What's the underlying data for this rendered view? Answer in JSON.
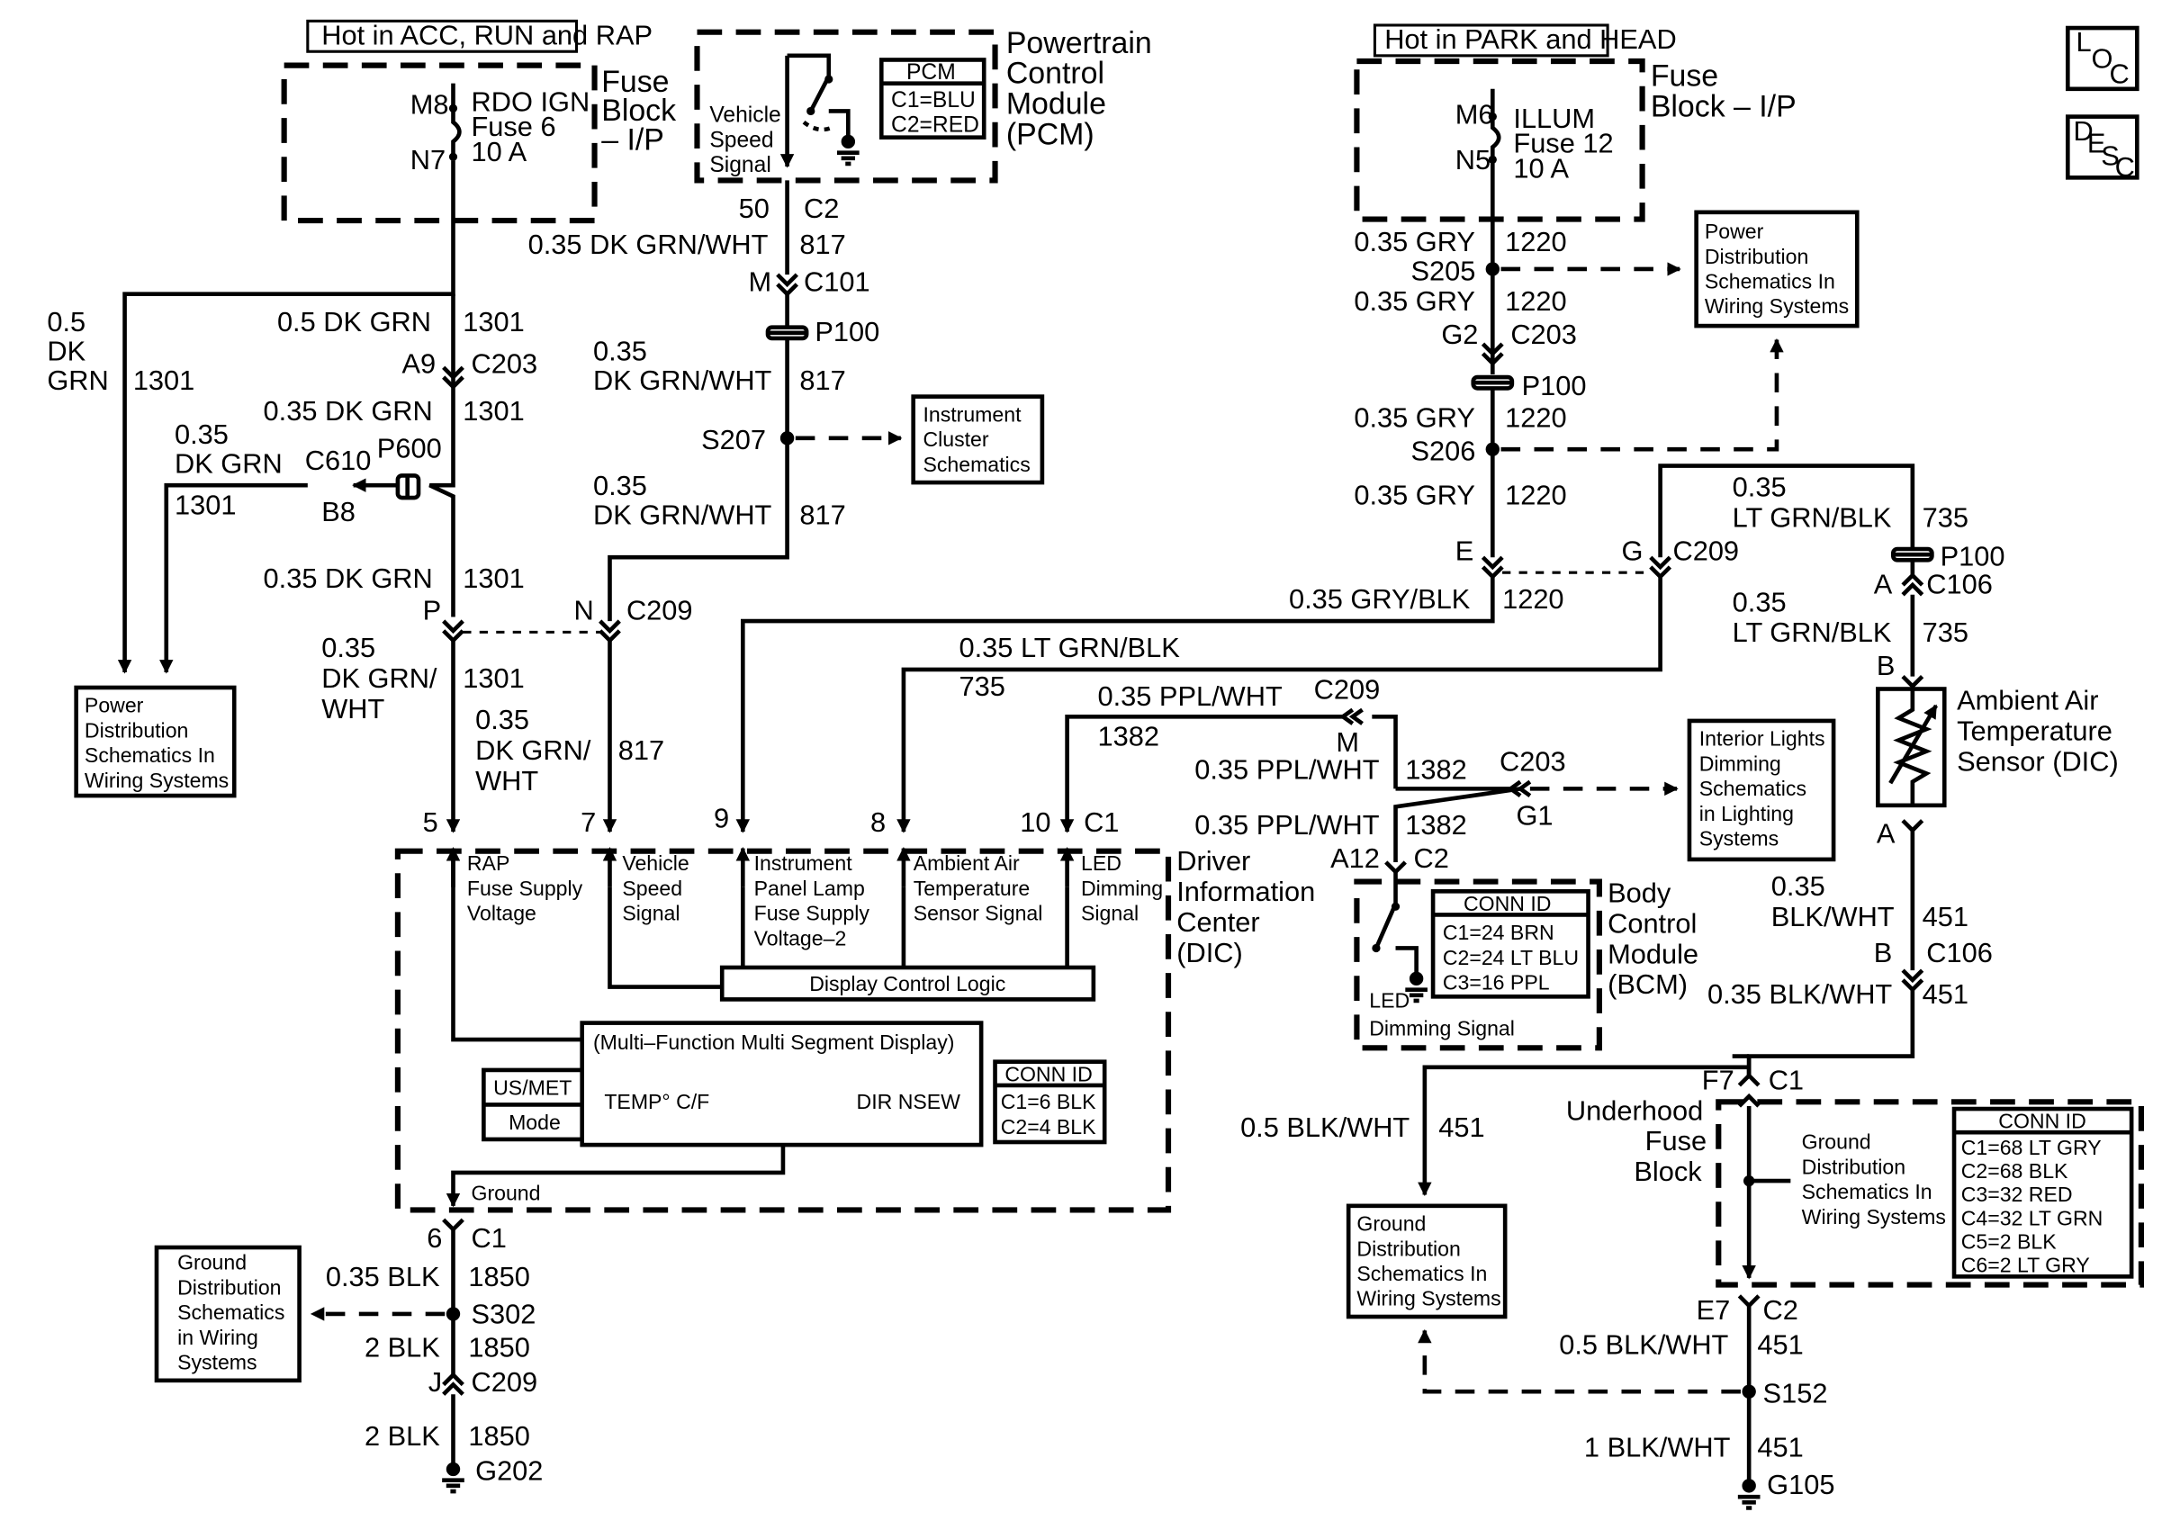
{
  "top": {
    "hot_left": "Hot in ACC, RUN and RAP",
    "hot_right": "Hot in PARK and HEAD"
  },
  "fuse_left": {
    "title_1": "Fuse",
    "title_2": "Block",
    "title_3": "– I/P",
    "pin_in": "M8",
    "pin_out": "N7",
    "name_1": "RDO IGN",
    "name_2": "Fuse 6",
    "name_3": "10 A"
  },
  "fuse_right": {
    "title_1": "Fuse",
    "title_2": "Block – I/P",
    "pin_in": "M6",
    "pin_out": "N5",
    "name_1": "ILLUM",
    "name_2": "Fuse 12",
    "name_3": "10 A"
  },
  "pcm": {
    "title_1": "Powertrain",
    "title_2": "Control",
    "title_3": "Module",
    "title_4": "(PCM)",
    "signal_1": "Vehicle",
    "signal_2": "Speed",
    "signal_3": "Signal",
    "conn_title": "PCM",
    "conn_1": "C1=BLU",
    "conn_2": "C2=RED"
  },
  "corner": {
    "loc": [
      "L",
      "O",
      "C"
    ],
    "desc": [
      "D",
      "E",
      "S",
      "C"
    ]
  },
  "left_branch": {
    "size": "0.5",
    "color_1": "DK",
    "color_2": "GRN",
    "circuit": "1301",
    "small_size": "0.35",
    "small_color": "DK GRN",
    "small_circuit": "1301",
    "c610": "C610",
    "b8": "B8",
    "p600": "P600"
  },
  "ign_feed": {
    "w1": "0.5 DK GRN",
    "c1": "1301",
    "a9": "A9",
    "c203": "C203",
    "w2": "0.35 DK GRN",
    "c2": "1301",
    "w3": "0.35 DK GRN",
    "c3": "1301",
    "p": "P",
    "w4_1": "0.35",
    "w4_2": "DK GRN/",
    "w4_3": "WHT",
    "c4": "1301"
  },
  "vss": {
    "pin": "50",
    "conn": "C2",
    "w1": "0.35 DK GRN/WHT",
    "c1": "817",
    "m": "M",
    "c101": "C101",
    "p100": "P100",
    "w2_1": "0.35",
    "w2_2": "DK GRN/WHT",
    "c2": "817",
    "s207": "S207",
    "w3_1": "0.35",
    "w3_2": "DK GRN/WHT",
    "c3": "817",
    "n": "N",
    "c209": "C209",
    "w4_1": "0.35",
    "w4_2": "DK GRN/",
    "w4_3": "WHT",
    "c4": "817"
  },
  "illum": {
    "w1": "0.35 GRY",
    "c1": "1220",
    "s205": "S205",
    "w2": "0.35 GRY",
    "c2": "1220",
    "g2": "G2",
    "c203": "C203",
    "p100": "P100",
    "w3": "0.35 GRY",
    "c3": "1220",
    "s206": "S206",
    "w4": "0.35 GRY",
    "c4": "1220",
    "e": "E",
    "g": "G",
    "c209": "C209",
    "w5": "0.35 GRY/BLK",
    "c5": "1220"
  },
  "ambient": {
    "w1_1": "0.35",
    "w1_2": "LT GRN/BLK",
    "c1": "735",
    "p100": "P100",
    "a": "A",
    "c106": "C106",
    "w2_1": "0.35",
    "w2_2": "LT GRN/BLK",
    "c2": "735",
    "b": "B",
    "w3": "0.35 LT GRN/BLK",
    "c3": "735",
    "sensor_1": "Ambient Air",
    "sensor_2": "Temperature",
    "sensor_3": "Sensor (DIC)",
    "a2": "A",
    "w4_1": "0.35",
    "w4_2": "BLK/WHT",
    "c4": "451",
    "b2": "B",
    "c106b": "C106",
    "w5": "0.35 BLK/WHT",
    "c5": "451"
  },
  "led": {
    "w1": "0.35 PPL/WHT",
    "c209": "C209",
    "m": "M",
    "c1": "1382",
    "w2": "0.35 PPL/WHT",
    "c2": "1382",
    "c203": "C203",
    "w3": "0.35 PPL/WHT",
    "c3": "1382",
    "g1": "G1",
    "a12": "A12",
    "c2conn": "C2"
  },
  "bcm": {
    "title_1": "Body",
    "title_2": "Control",
    "title_3": "Module",
    "title_4": "(BCM)",
    "signal_1": "LED",
    "signal_2": "Dimming Signal",
    "conn_title": "CONN ID",
    "conn_1": "C1=24 BRN",
    "conn_2": "C2=24 LT BLU",
    "conn_3": "C3=16 PPL"
  },
  "dic": {
    "title_1": "Driver",
    "title_2": "Information",
    "title_3": "Center",
    "title_4": "(DIC)",
    "pins": [
      "5",
      "7",
      "9",
      "8",
      "10"
    ],
    "c1": "C1",
    "in1_1": "RAP",
    "in1_2": "Fuse Supply",
    "in1_3": "Voltage",
    "in2_1": "Vehicle",
    "in2_2": "Speed",
    "in2_3": "Signal",
    "in3_1": "Instrument",
    "in3_2": "Panel Lamp",
    "in3_3": "Fuse Supply",
    "in3_4": "Voltage–2",
    "in4_1": "Ambient Air",
    "in4_2": "Temperature",
    "in4_3": "Sensor Signal",
    "in5_1": "LED",
    "in5_2": "Dimming",
    "in5_3": "Signal",
    "logic": "Display Control Logic",
    "display": "(Multi–Function Multi Segment Display)",
    "temp": "TEMP° C/F",
    "dir": "DIR NSEW",
    "usmet": "US/MET",
    "mode": "Mode",
    "conn_title": "CONN ID",
    "conn_1": "C1=6 BLK",
    "conn_2": "C2=4 BLK",
    "ground": "Ground"
  },
  "ground_left": {
    "pin": "6",
    "c1": "C1",
    "w1": "0.35 BLK",
    "c_1": "1850",
    "s302": "S302",
    "w2": "2 BLK",
    "c_2": "1850",
    "j": "J",
    "c209": "C209",
    "w3": "2 BLK",
    "c_3": "1850",
    "g202": "G202"
  },
  "ground_right": {
    "f7": "F7",
    "c1": "C1",
    "w1": "0.5 BLK/WHT",
    "c_1": "451",
    "uh_1": "Underhood",
    "uh_2": "Fuse",
    "uh_3": "Block",
    "gd_1": "Ground",
    "gd_2": "Distribution",
    "gd_3": "Schematics In",
    "gd_4": "Wiring Systems",
    "conn_title": "CONN ID",
    "conns": [
      "C1=68 LT GRY",
      "C2=68 BLK",
      "C3=32 RED",
      "C4=32 LT GRN",
      "C5=2 BLK",
      "C6=2 LT GRY"
    ],
    "e7": "E7",
    "c2": "C2",
    "w2": "0.5 BLK/WHT",
    "c_2": "451",
    "s152": "S152",
    "w3": "1 BLK/WHT",
    "c_3": "451",
    "g105": "G105"
  },
  "refs": {
    "pd_left": [
      "Power",
      "Distribution",
      "Schematics In",
      "Wiring Systems"
    ],
    "pd_right": [
      "Power",
      "Distribution",
      "Schematics In",
      "Wiring Systems"
    ],
    "ic": [
      "Instrument",
      "Cluster",
      "Schematics"
    ],
    "ild": [
      "Interior Lights",
      "Dimming",
      "Schematics",
      "in Lighting",
      "Systems"
    ],
    "gd_left": [
      "Ground",
      "Distribution",
      "Schematics",
      "in Wiring",
      "Systems"
    ],
    "gd_right": [
      "Ground",
      "Distribution",
      "Schematics In",
      "Wiring Systems"
    ]
  }
}
